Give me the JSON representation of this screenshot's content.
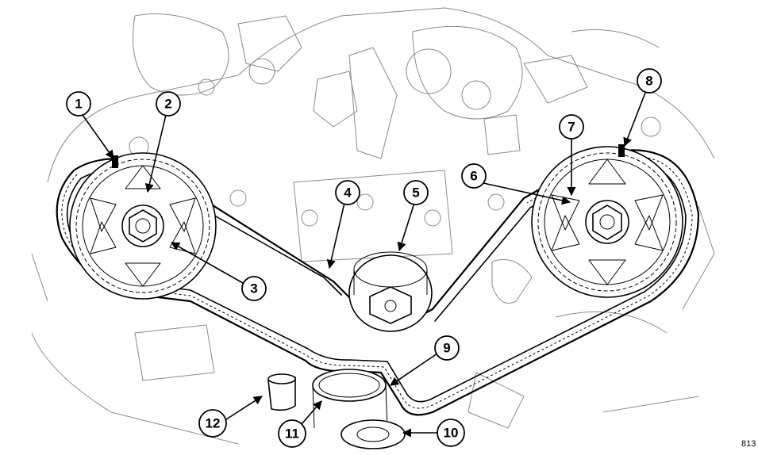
{
  "figure_id": "813",
  "callouts": [
    {
      "label": "1"
    },
    {
      "label": "2"
    },
    {
      "label": "3"
    },
    {
      "label": "4"
    },
    {
      "label": "5"
    },
    {
      "label": "6"
    },
    {
      "label": "7"
    },
    {
      "label": "8"
    },
    {
      "label": "9"
    },
    {
      "label": "10"
    },
    {
      "label": "11"
    },
    {
      "label": "12"
    }
  ]
}
